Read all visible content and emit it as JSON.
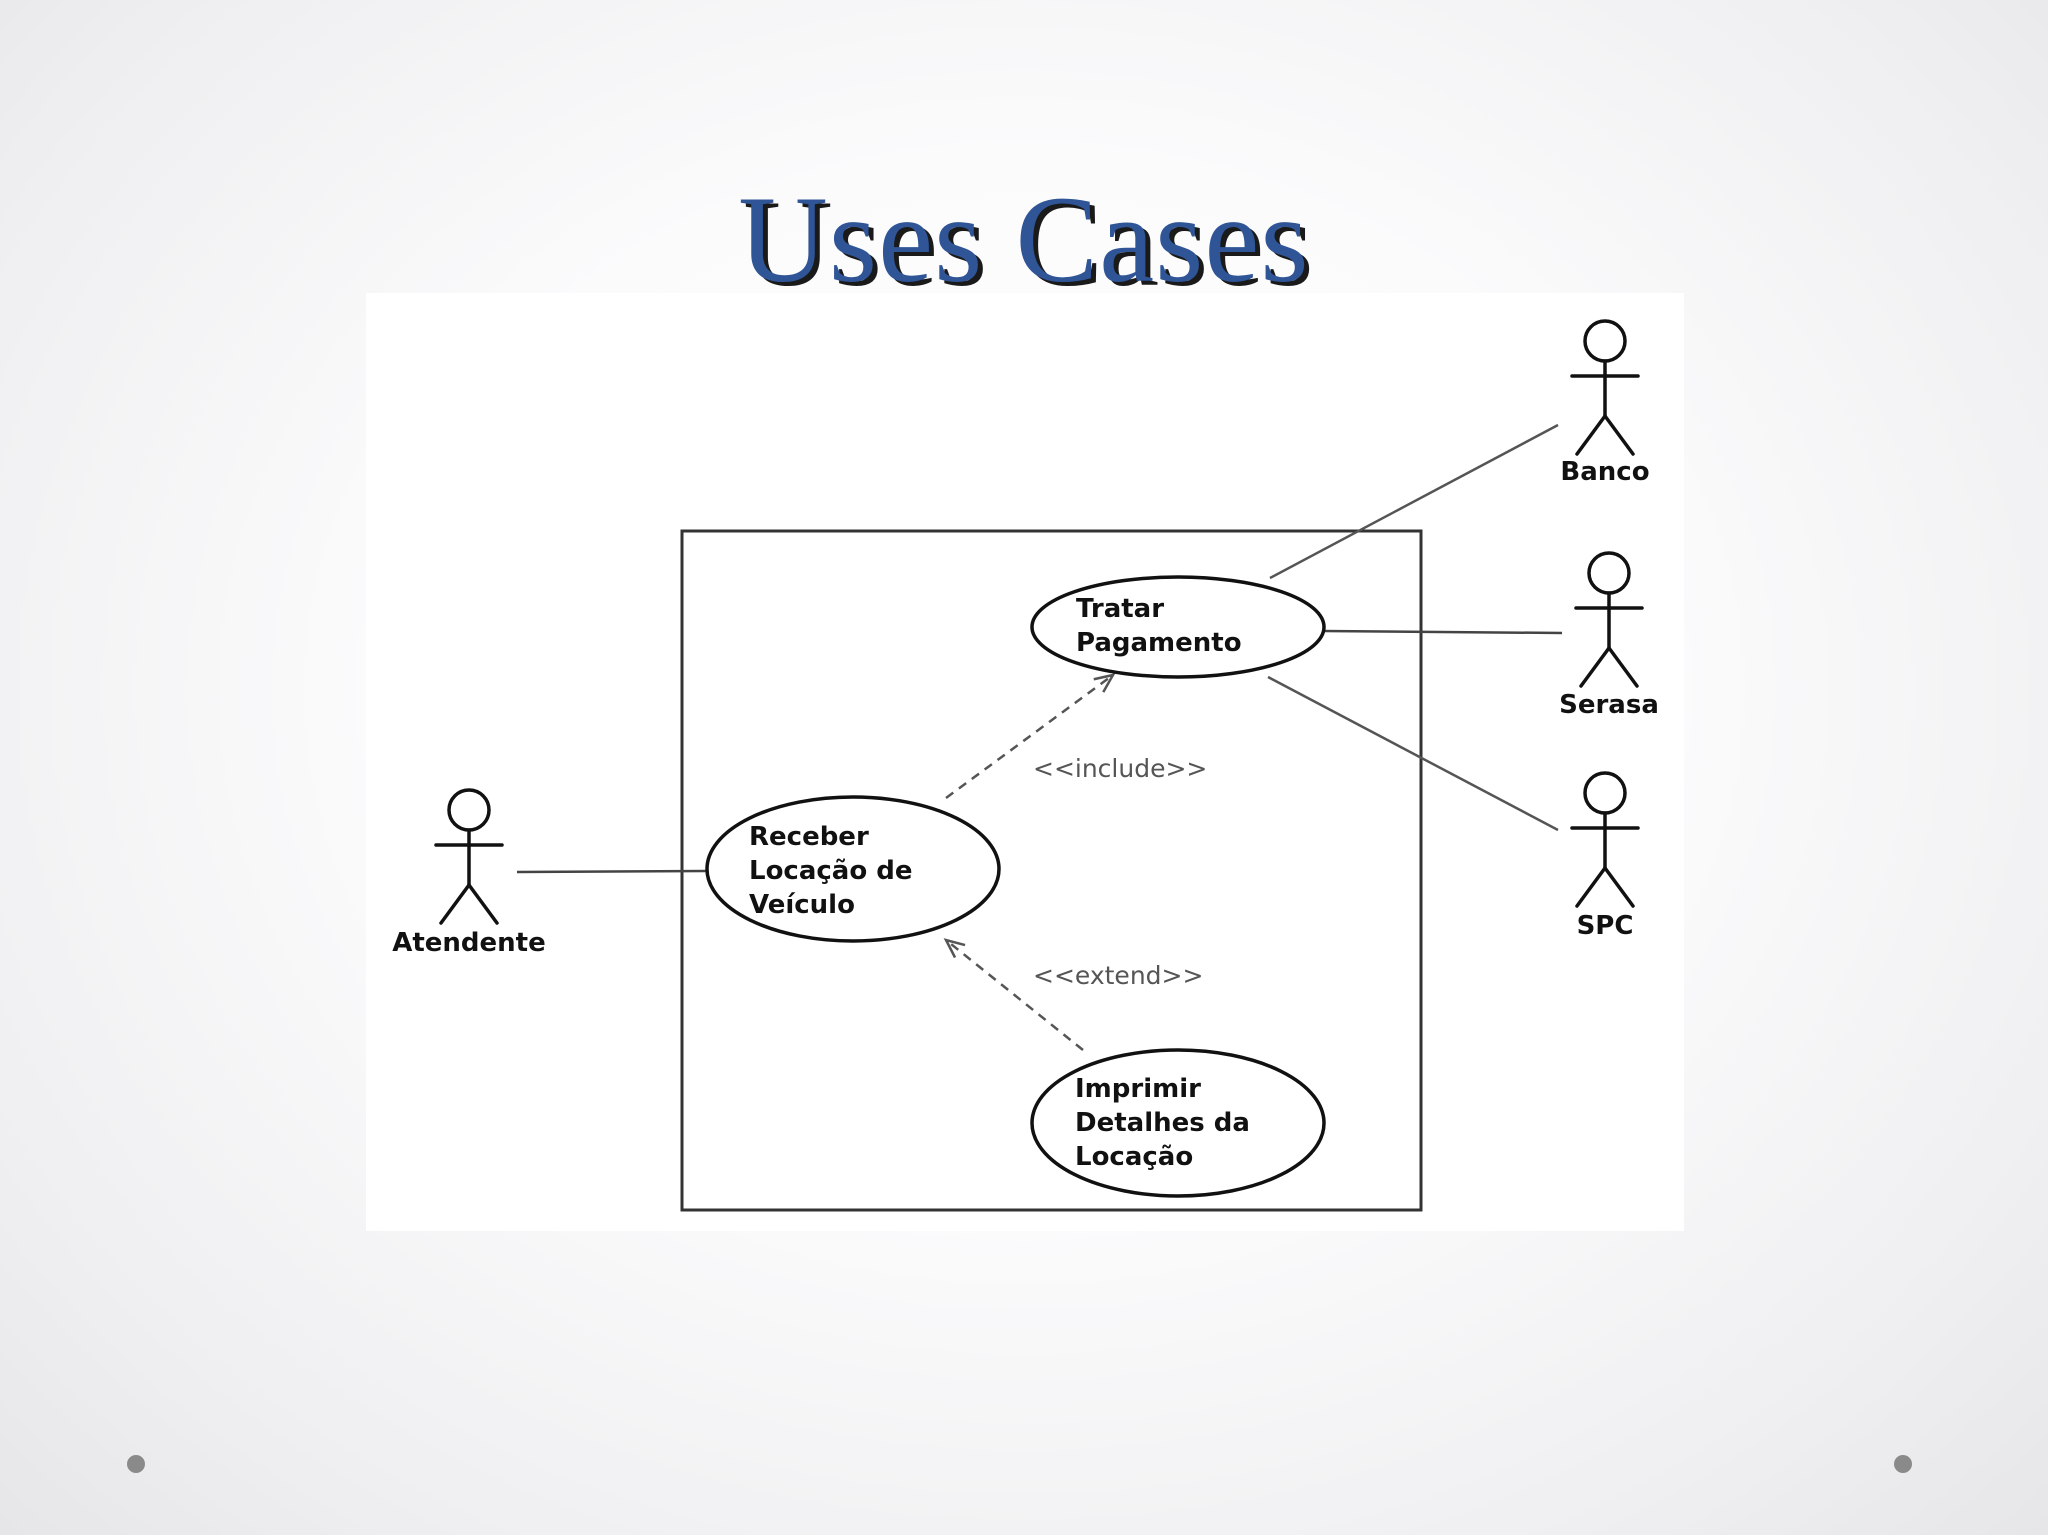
{
  "slide": {
    "title": "Uses Cases"
  },
  "diagram": {
    "actors": {
      "atendente": "Atendente",
      "banco": "Banco",
      "serasa": "Serasa",
      "spc": "SPC"
    },
    "use_cases": {
      "receber": [
        "Receber",
        "Locação de",
        "Veículo"
      ],
      "tratar": [
        "Tratar",
        "Pagamento"
      ],
      "imprimir": [
        "Imprimir",
        "Detalhes da",
        "Locação"
      ]
    },
    "relationships": {
      "include": "<<include>>",
      "extend": "<<extend>>"
    }
  }
}
